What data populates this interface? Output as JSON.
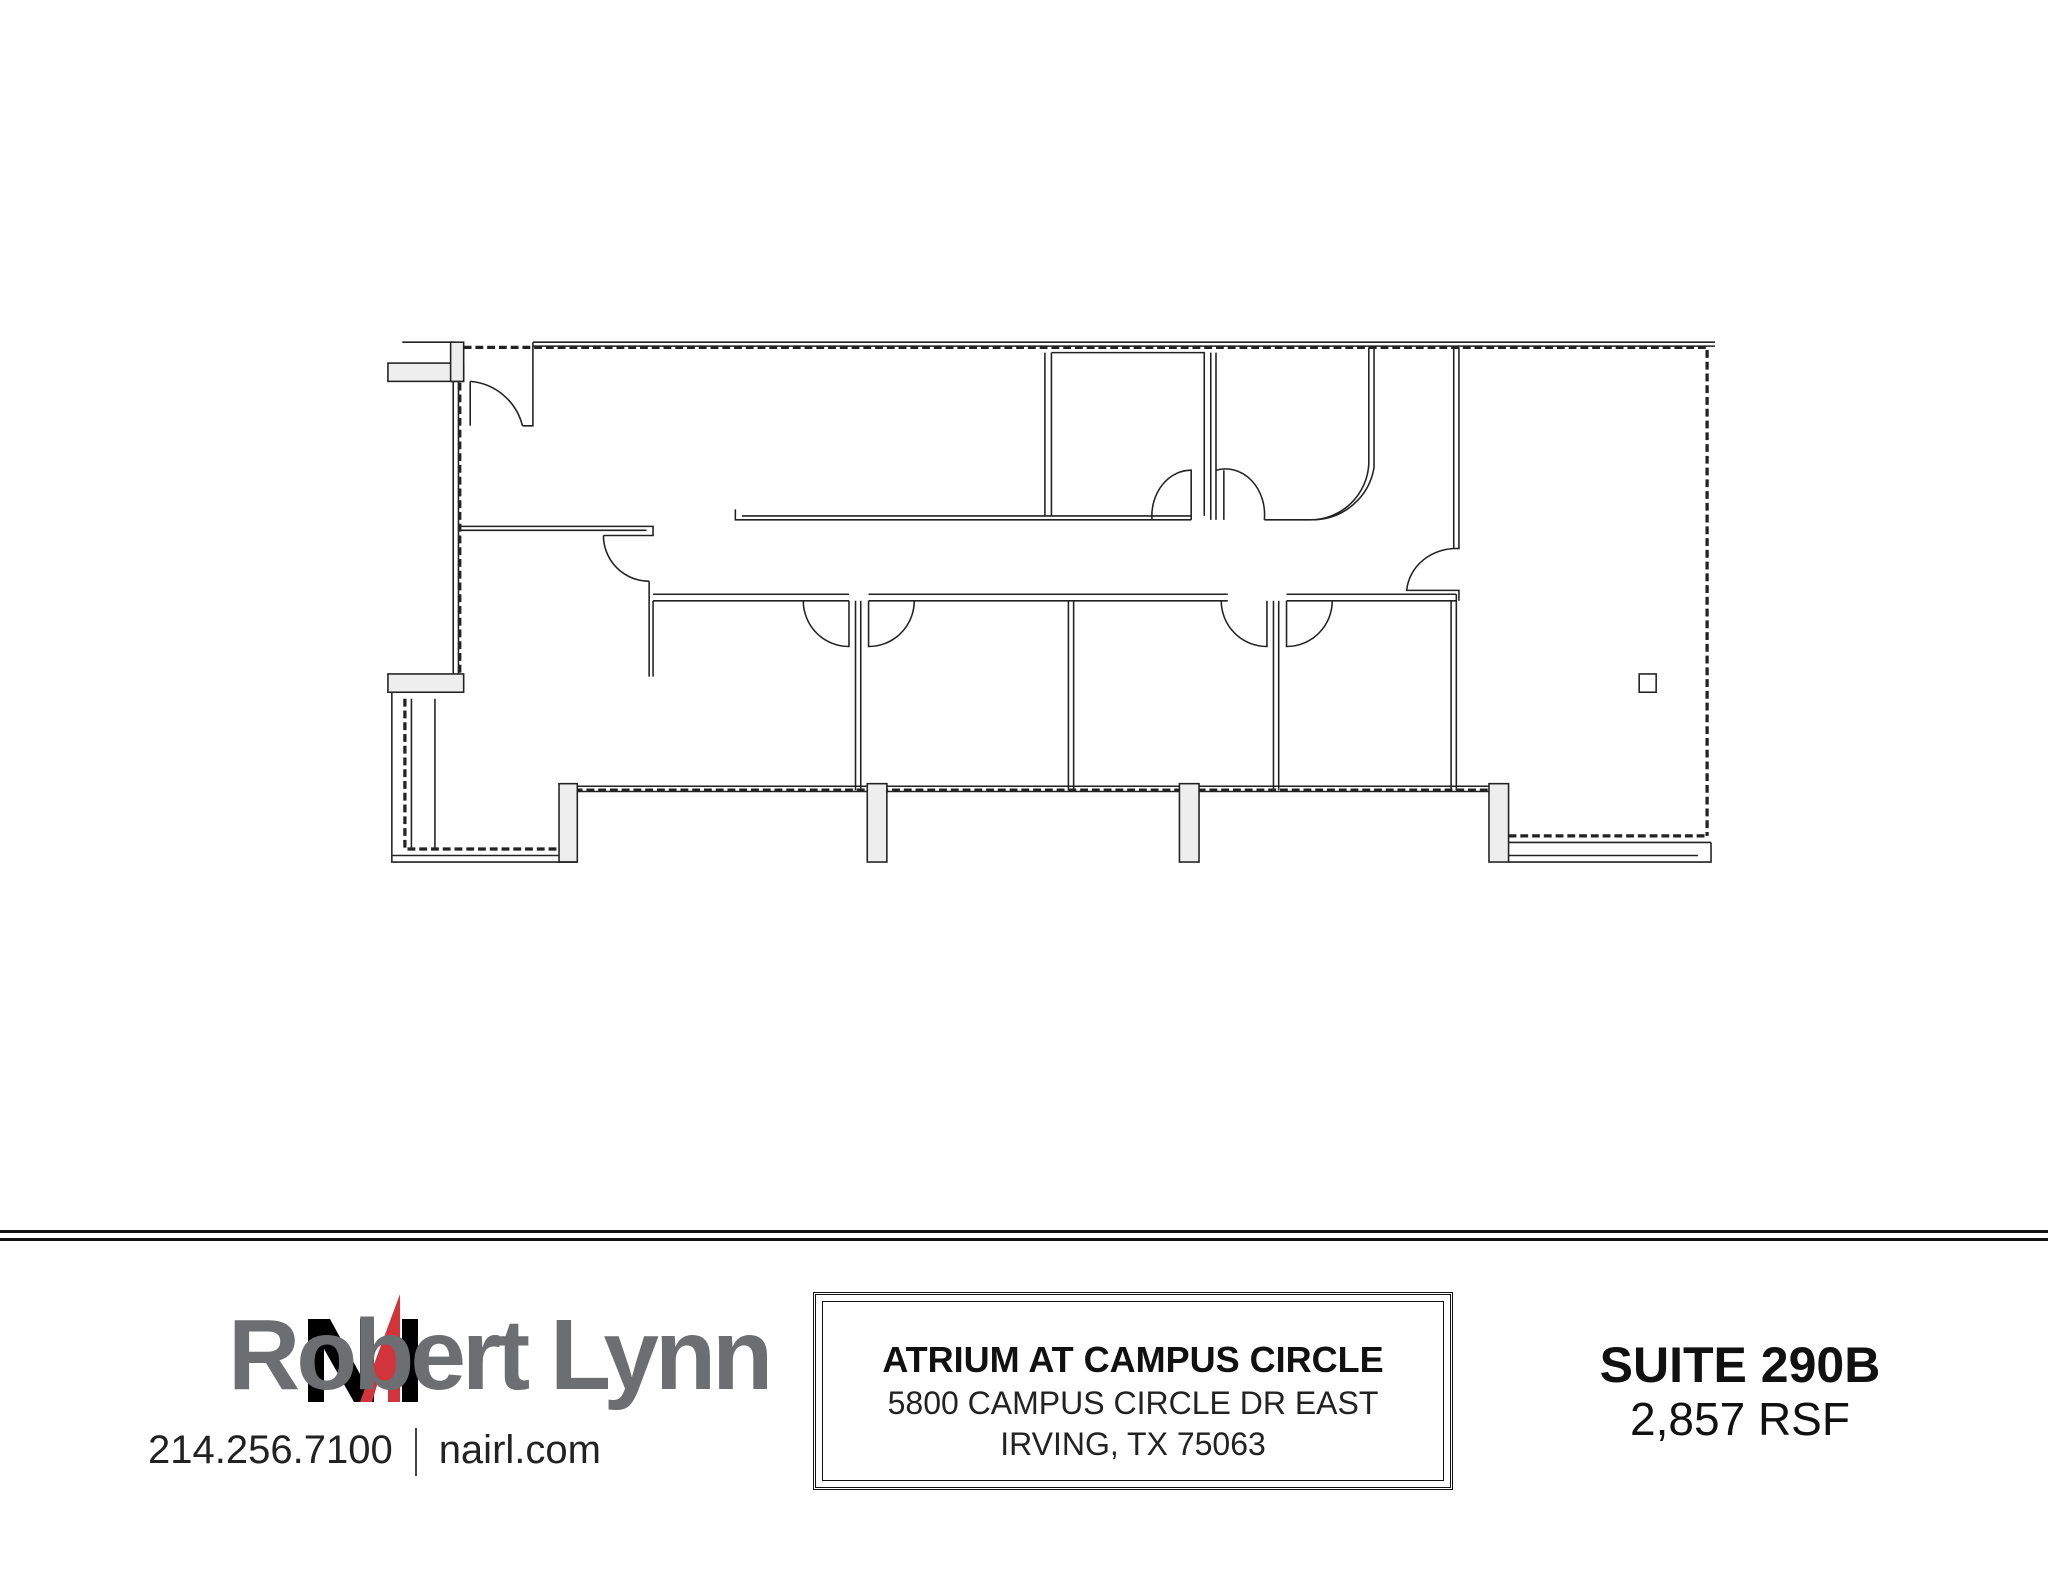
{
  "floor_plan": {
    "suite": "Suite 290B"
  },
  "brand": {
    "logo_text": "NAI Robert Lynn",
    "logo_mark": "NAI",
    "logo_name": "Robert Lynn",
    "phone": "214.256.7100",
    "website": "nairl.com",
    "colors": {
      "black": "#000000",
      "red": "#d2343b",
      "gray": "#6d6e71"
    }
  },
  "property": {
    "name": "ATRIUM AT CAMPUS CIRCLE",
    "address_line1": "5800 CAMPUS CIRCLE DR EAST",
    "address_line2": "IRVING, TX 75063"
  },
  "suite": {
    "title": "SUITE 290B",
    "area": "2,857 RSF"
  }
}
